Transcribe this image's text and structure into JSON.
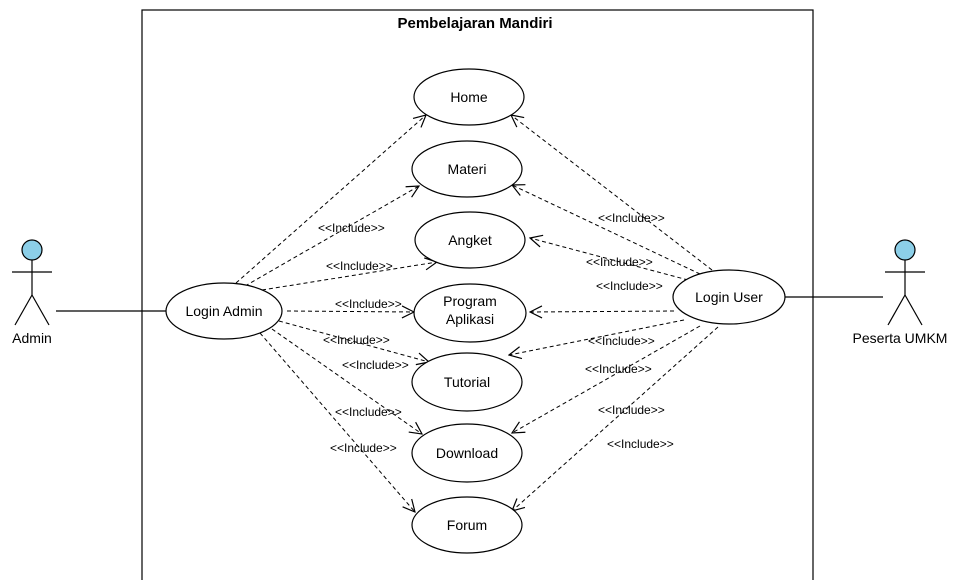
{
  "diagram": {
    "system_title": "Pembelajaran Mandiri",
    "actors": {
      "admin": {
        "name": "Admin",
        "head_color": "#8ccfe8"
      },
      "peserta": {
        "name": "Peserta UMKM",
        "head_color": "#8ccfe8"
      }
    },
    "usecases": {
      "login_admin": "Login Admin",
      "login_user": "Login User",
      "home": "Home",
      "materi": "Materi",
      "angket": "Angket",
      "program_aplikasi_line1": "Program",
      "program_aplikasi_line2": "Aplikasi",
      "tutorial": "Tutorial",
      "download": "Download",
      "forum": "Forum"
    },
    "include_label": "<<Include>>"
  }
}
